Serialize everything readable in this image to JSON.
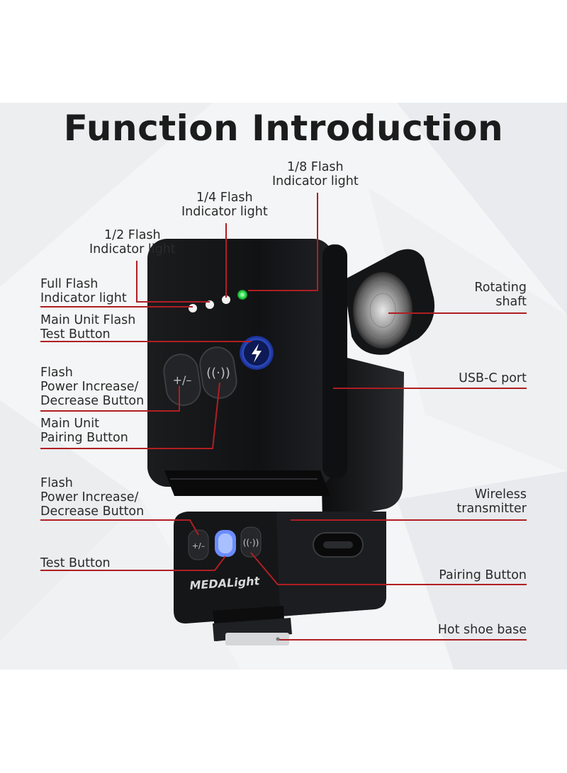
{
  "title": "Function Introduction",
  "brand": "MEDALight",
  "labels": {
    "eighth": [
      "1/8 Flash",
      "Indicator light"
    ],
    "quarter": [
      "1/4 Flash",
      "Indicator light"
    ],
    "half": [
      "1/2 Flash",
      "Indicator light"
    ],
    "full": [
      "Full Flash",
      "Indicator light"
    ],
    "main_test": [
      "Main Unit Flash",
      "Test Button"
    ],
    "main_power": [
      "Flash",
      "Power Increase/",
      "Decrease Button"
    ],
    "main_pair": [
      "Main Unit",
      "Pairing Button"
    ],
    "sub_power": [
      "Flash",
      "Power Increase/",
      "Decrease Button"
    ],
    "sub_test": "Test Button",
    "rotating": [
      "Rotating",
      "shaft"
    ],
    "usbc": "USB-C port",
    "wireless": [
      "Wireless",
      "transmitter"
    ],
    "sub_pair": "Pairing Button",
    "hotshoe": "Hot shoe base"
  },
  "colors": {
    "leader_line": "#b01e23",
    "indicator_on": "#2ee04f",
    "button_glow": "#2f6bff"
  },
  "icons": [
    "plus-minus-icon",
    "wireless-icon",
    "lightning-icon"
  ]
}
